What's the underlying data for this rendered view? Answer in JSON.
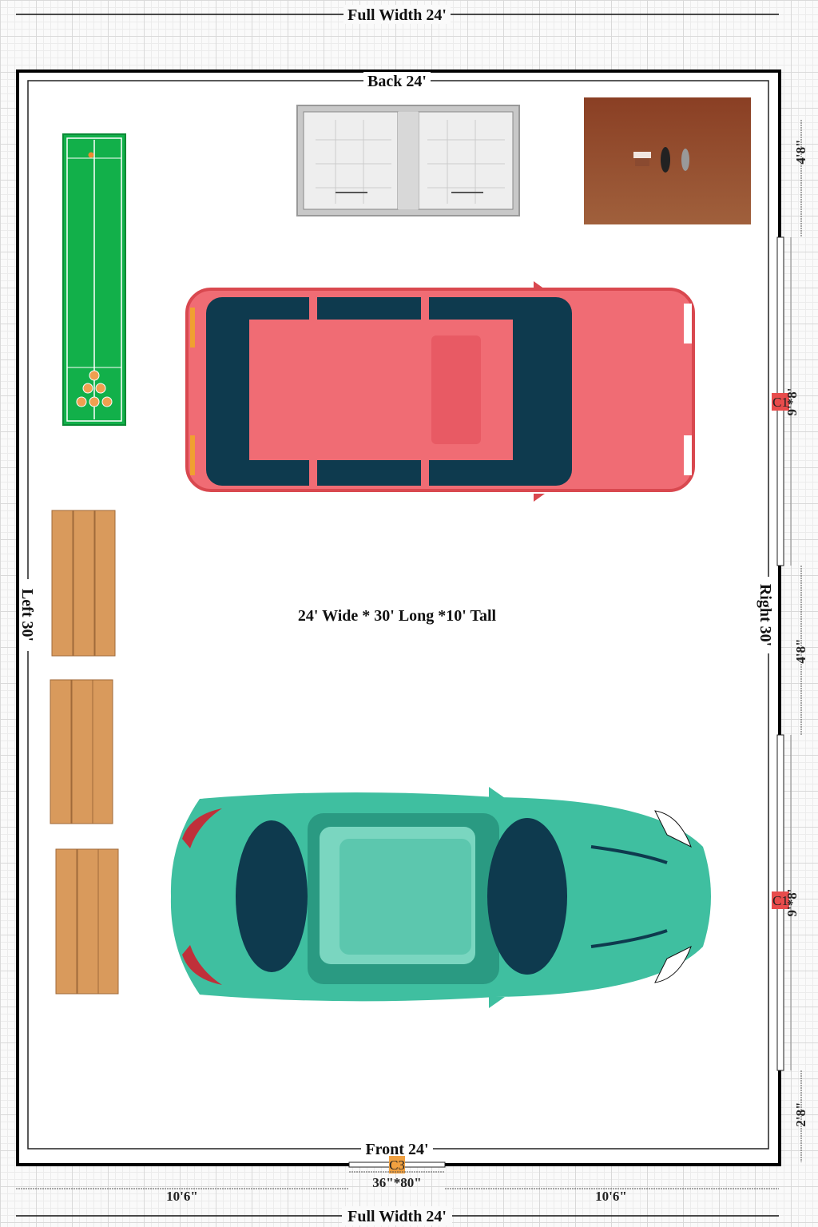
{
  "plan": {
    "full_width_top": "Full Width 24'",
    "full_width_bottom": "Full Width 24'",
    "back": "Back 24'",
    "front": "Front 24'",
    "left": "Left 30'",
    "right": "Right 30'",
    "center_text": "24' Wide * 30' Long *10' Tall"
  },
  "openings": {
    "window_1_tag": "C1",
    "window_2_tag": "C1",
    "door_tag": "C3",
    "door_size": "36\"*80\""
  },
  "dimensions": {
    "right": [
      "4'8\"",
      "9'*8'",
      "4'8\"",
      "9'*8'",
      "2'8\""
    ],
    "bottom_left": "10'6\"",
    "bottom_right": "10'6\""
  },
  "colors": {
    "window_tag": "#e84c4c",
    "door_tag": "#f0a040",
    "red_car": "#f06c74",
    "teal_car": "#3fbfa0",
    "shuffleboard": "#12b04a",
    "bar_cabinet": "#8a4a2c",
    "pallet": "#d99a5c"
  }
}
